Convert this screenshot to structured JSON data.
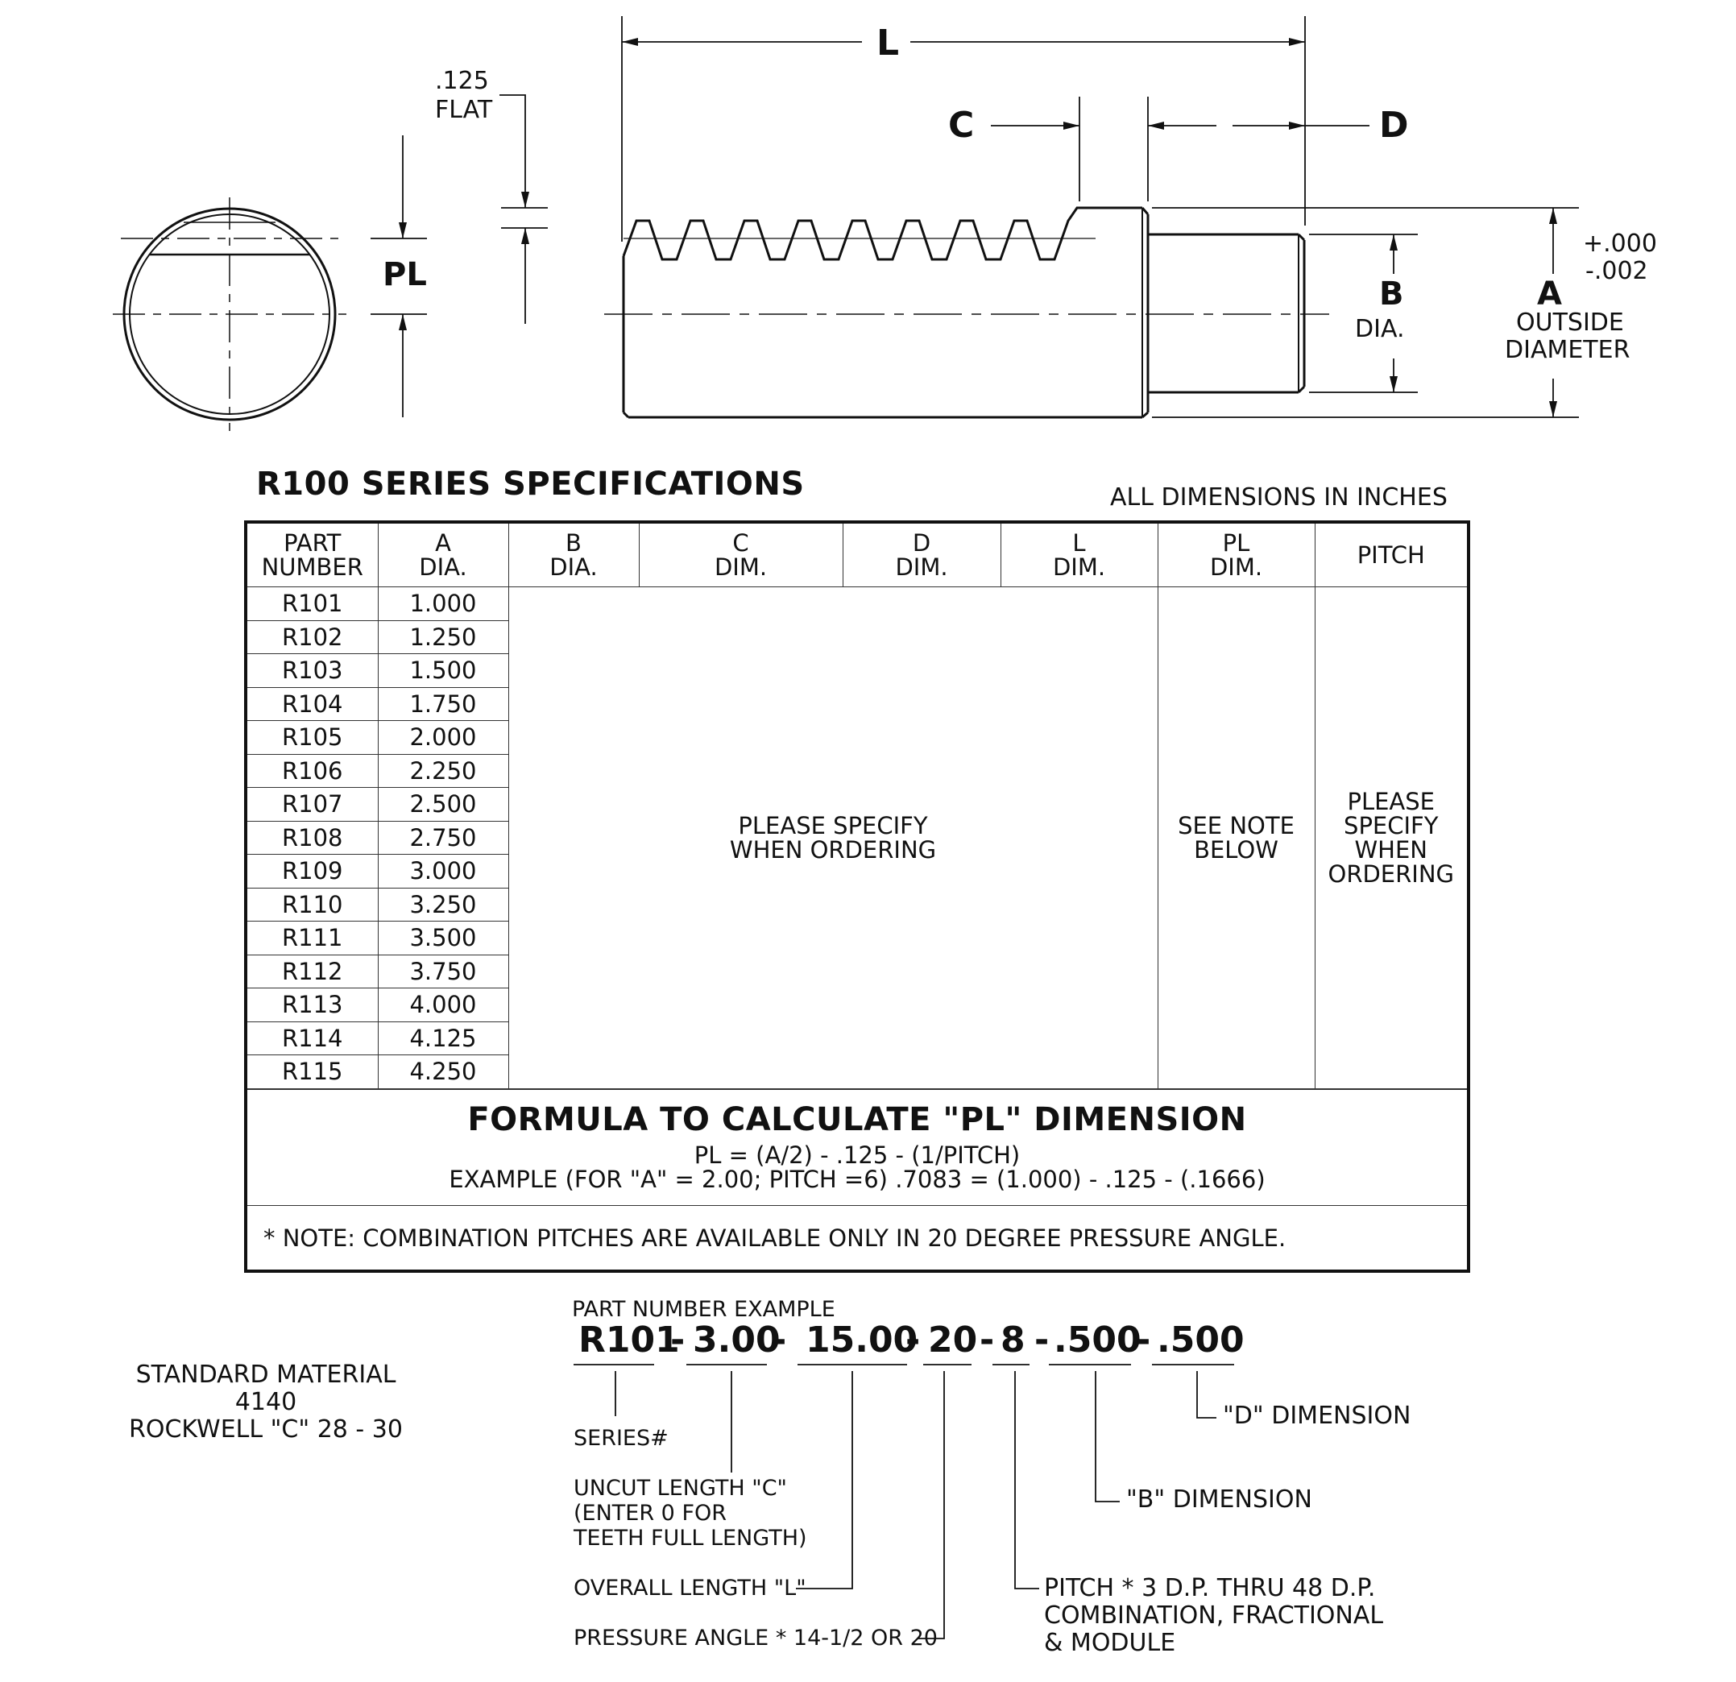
{
  "drawing": {
    "flat_value": ".125",
    "flat_label": "FLAT",
    "pl_label": "PL",
    "l_label": "L",
    "c_label": "C",
    "d_label": "D",
    "b_label": "B",
    "b_sub": "DIA.",
    "a_label": "A",
    "a_sub1": "OUTSIDE",
    "a_sub2": "DIAMETER",
    "tol_plus": "+.000",
    "tol_minus": "-.002"
  },
  "spec": {
    "title": "R100 SERIES SPECIFICATIONS",
    "units_note": "ALL DIMENSIONS IN INCHES",
    "headers": [
      "PART\nNUMBER",
      "A\nDIA.",
      "B\nDIA.",
      "C\nDIM.",
      "D\nDIM.",
      "L\nDIM.",
      "PL\nDIM.",
      "PITCH"
    ],
    "rows": [
      {
        "part": "R101",
        "a": "1.000"
      },
      {
        "part": "R102",
        "a": "1.250"
      },
      {
        "part": "R103",
        "a": "1.500"
      },
      {
        "part": "R104",
        "a": "1.750"
      },
      {
        "part": "R105",
        "a": "2.000"
      },
      {
        "part": "R106",
        "a": "2.250"
      },
      {
        "part": "R107",
        "a": "2.500"
      },
      {
        "part": "R108",
        "a": "2.750"
      },
      {
        "part": "R109",
        "a": "3.000"
      },
      {
        "part": "R110",
        "a": "3.250"
      },
      {
        "part": "R111",
        "a": "3.500"
      },
      {
        "part": "R112",
        "a": "3.750"
      },
      {
        "part": "R113",
        "a": "4.000"
      },
      {
        "part": "R114",
        "a": "4.125"
      },
      {
        "part": "R115",
        "a": "4.250"
      }
    ],
    "merged_bcdl": "PLEASE SPECIFY\nWHEN ORDERING",
    "merged_pl": "SEE NOTE\nBELOW",
    "merged_pitch": "PLEASE\nSPECIFY\nWHEN\nORDERING",
    "formula_title": "FORMULA TO CALCULATE \"PL\" DIMENSION",
    "formula_line": "PL = (A/2) - .125 - (1/PITCH)",
    "formula_example": "EXAMPLE (FOR \"A\" = 2.00;  PITCH =6)  .7083 = (1.000) - .125 - (.1666)",
    "note": "* NOTE: COMBINATION PITCHES ARE AVAILABLE ONLY IN 20 DEGREE PRESSURE ANGLE."
  },
  "material": {
    "line1": "STANDARD MATERIAL 4140",
    "line2": "ROCKWELL \"C\" 28 - 30"
  },
  "part_number_example": {
    "caption": "PART NUMBER EXAMPLE",
    "segments": [
      "R101",
      "-",
      "3.00",
      "-",
      "15.00",
      "-",
      "20",
      "-",
      "8",
      "-",
      ".500",
      "-",
      ".500"
    ],
    "labels": {
      "series": "SERIES#",
      "uncut1": "UNCUT LENGTH \"C\"",
      "uncut2": "(ENTER 0 FOR",
      "uncut3": "TEETH FULL LENGTH)",
      "overall": "OVERALL LENGTH \"L\"",
      "pressure": "PRESSURE ANGLE * 14-1/2 OR 20",
      "pitch1": "PITCH * 3 D.P. THRU 48 D.P.",
      "pitch2": "COMBINATION, FRACTIONAL",
      "pitch3": "& MODULE",
      "bdim": "\"B\" DIMENSION",
      "ddim": "\"D\" DIMENSION"
    }
  }
}
